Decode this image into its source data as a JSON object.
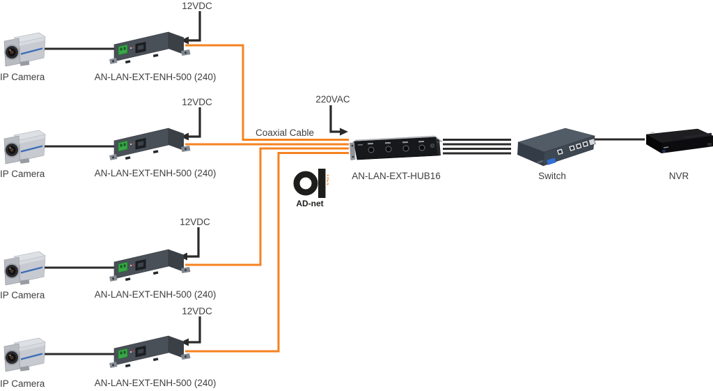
{
  "colors": {
    "cable_orange": "#F58220",
    "line_black": "#2B2A29",
    "text_color": "#3E3E3E",
    "logo_black": "#1D1D1B",
    "logo_orange": "#F58220"
  },
  "rows": [
    {
      "camera_label": "IP Camera",
      "power_label": "12VDC",
      "extender_label": "AN-LAN-EXT-ENH-500 (240)"
    },
    {
      "camera_label": "IP Camera",
      "power_label": "12VDC",
      "extender_label": "AN-LAN-EXT-ENH-500 (240)"
    },
    {
      "camera_label": "IP Camera",
      "power_label": "12VDC",
      "extender_label": "AN-LAN-EXT-ENH-500 (240)"
    },
    {
      "camera_label": "IP Camera",
      "power_label": "12VDC",
      "extender_label": "AN-LAN-EXT-ENH-500 (240)"
    }
  ],
  "hub": {
    "power_label": "220VAC",
    "cable_label": "Coaxial Cable",
    "label": "AN-LAN-EXT-HUB16"
  },
  "switch": {
    "label": "Switch"
  },
  "nvr": {
    "label": "NVR"
  },
  "logo": {
    "name": "AD-net",
    "vertical_text": "net"
  }
}
